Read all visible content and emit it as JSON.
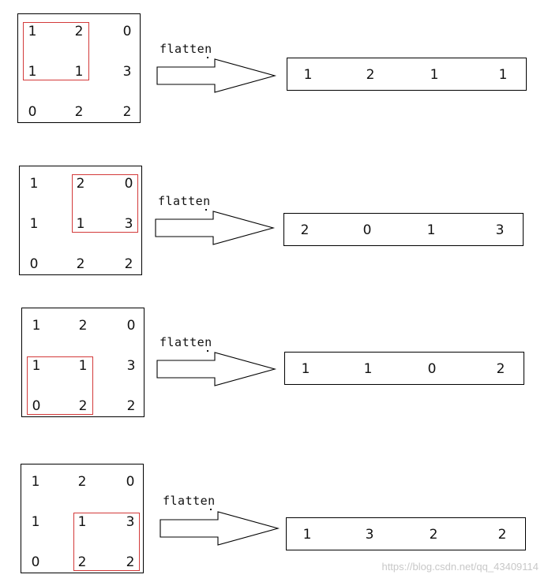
{
  "flatten_label": "flatten",
  "watermark": "https://blog.csdn.net/qq_43409114",
  "examples": [
    {
      "matrix": [
        [
          "1",
          "2",
          "0"
        ],
        [
          "1",
          "1",
          "3"
        ],
        [
          "0",
          "2",
          "2"
        ]
      ],
      "window": {
        "row": 0,
        "col": 0
      },
      "output": [
        "1",
        "2",
        "1",
        "1"
      ]
    },
    {
      "matrix": [
        [
          "1",
          "2",
          "0"
        ],
        [
          "1",
          "1",
          "3"
        ],
        [
          "0",
          "2",
          "2"
        ]
      ],
      "window": {
        "row": 0,
        "col": 1
      },
      "output": [
        "2",
        "0",
        "1",
        "3"
      ]
    },
    {
      "matrix": [
        [
          "1",
          "2",
          "0"
        ],
        [
          "1",
          "1",
          "3"
        ],
        [
          "0",
          "2",
          "2"
        ]
      ],
      "window": {
        "row": 1,
        "col": 0
      },
      "output": [
        "1",
        "1",
        "0",
        "2"
      ]
    },
    {
      "matrix": [
        [
          "1",
          "2",
          "0"
        ],
        [
          "1",
          "1",
          "3"
        ],
        [
          "0",
          "2",
          "2"
        ]
      ],
      "window": {
        "row": 1,
        "col": 1
      },
      "output": [
        "1",
        "3",
        "2",
        "2"
      ]
    }
  ]
}
